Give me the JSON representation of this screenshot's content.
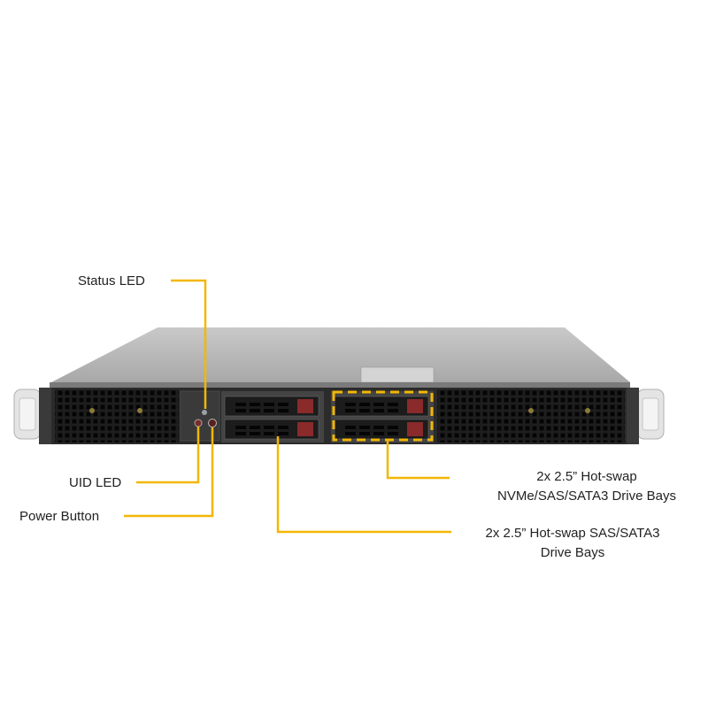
{
  "callouts": {
    "status_led": "Status LED",
    "uid_led": "UID LED",
    "power_button": "Power Button",
    "nvme_bays_line1": "2x 2.5” Hot-swap",
    "nvme_bays_line2": "NVMe/SAS/SATA3 Drive Bays",
    "sas_bays_line1": "2x 2.5” Hot-swap SAS/SATA3",
    "sas_bays_line2": "Drive Bays"
  },
  "colors": {
    "callout_line": "#f2b705",
    "chassis_top": "#b4b4b4",
    "front_panel": "#2b2b2b",
    "drive_tray": "#1c1c1c",
    "drive_latch": "#8a2a2a",
    "rack_ear": "#e4e4e4"
  }
}
